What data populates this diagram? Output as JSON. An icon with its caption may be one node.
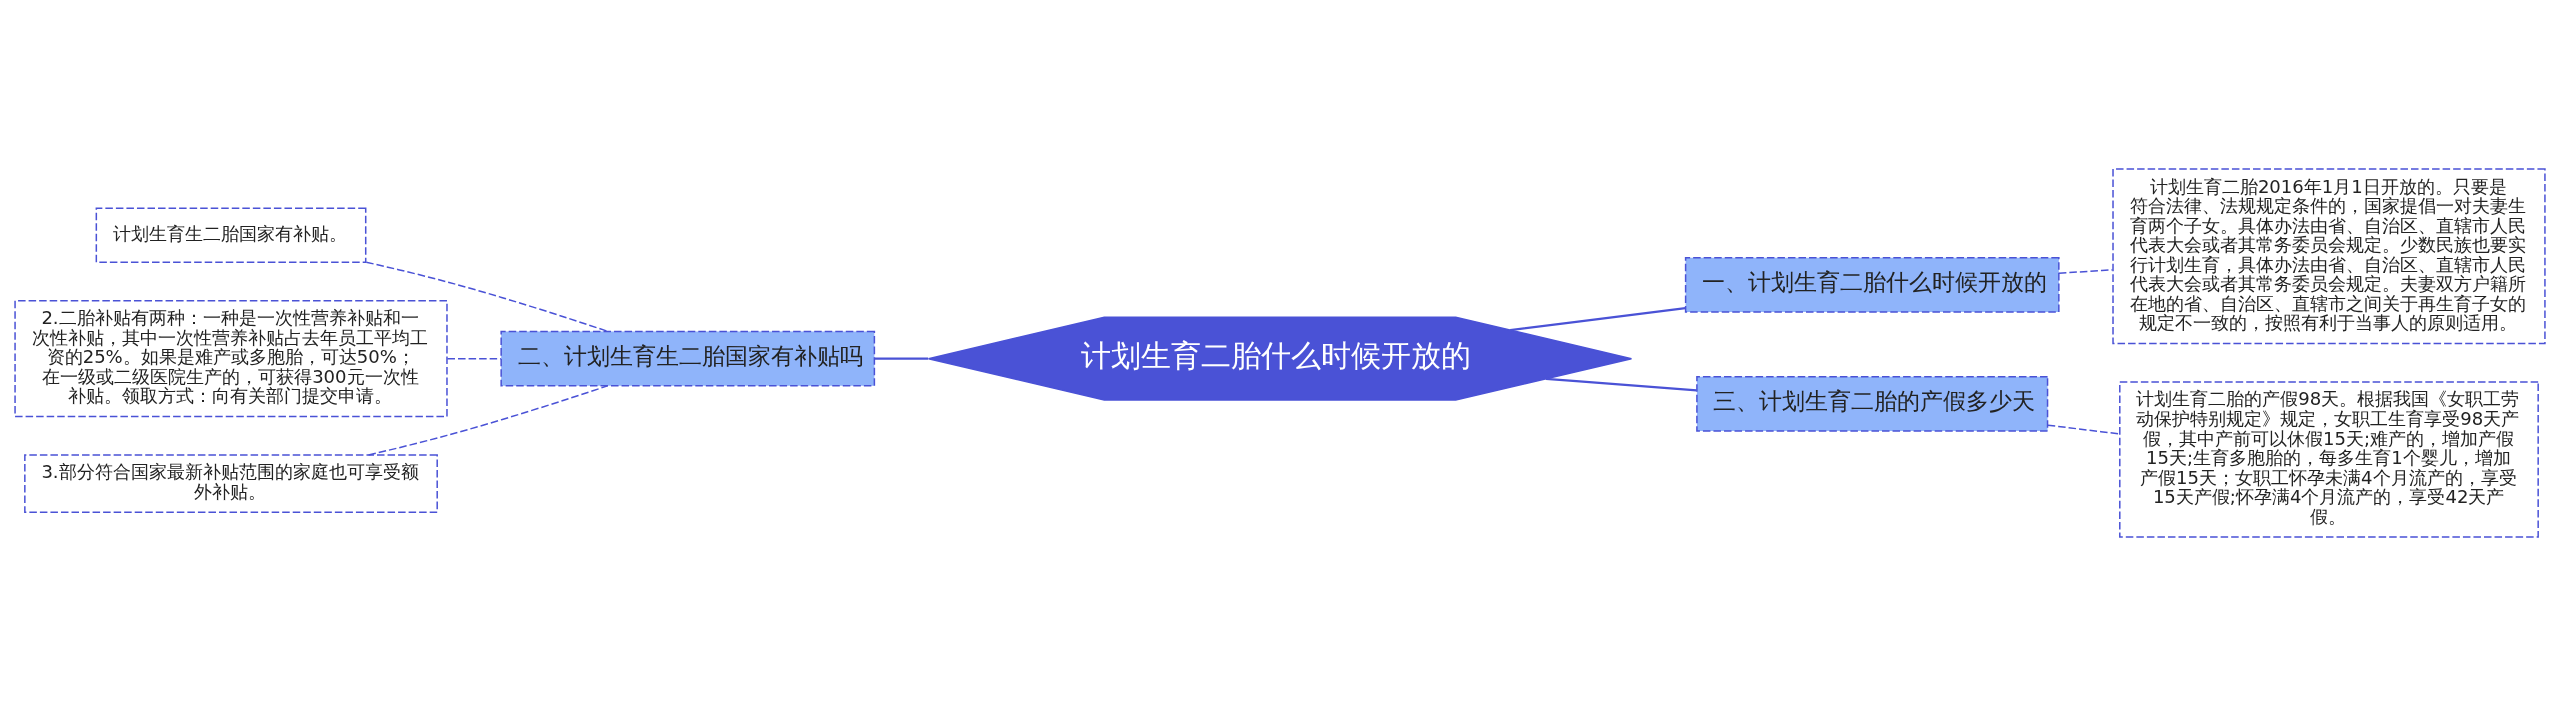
{
  "diagram": {
    "nodes": [
      {
        "text": [
          "计划生育二胎什么时候开放的"
        ]
      },
      {
        "text": [
          "一、计划生育二胎什么时候开放的"
        ]
      },
      {
        "text": [
          "计划生育二胎2016年1月1日开放的。只要是符合法律、法规规定条件的，国家提倡一对夫妻生育两个子女。具体办法由省、自治区、直辖市人民代表大会或者其常务委员会规定。少数民族也要实行计划生育，具体办法由省、自治区、直辖市人民代表大会或者其常务委员会规定。夫妻双方户籍所在地的省、自治区、直辖市之间关于再生育子女的规定不一致的，按照有利于当事人的原则适用。"
        ]
      },
      {
        "text": [
          "三、计划生育二胎的产假多少天"
        ]
      },
      {
        "text": [
          "计划生育二胎的产假98天。根据我国《女职工劳动保护特别规定》规定，女职工生育享受98天产假，其中产前可以休假15天;难产的，增加产假15天;生育多胞胎的，每多生育1个婴儿，增加产假15天；女职工怀孕未满4个月流产的，享受15天产假;怀孕满4个月流产的，享受42天产假。"
        ]
      },
      {
        "text": [
          "二、计划生育生二胎国家有补贴吗"
        ]
      },
      {
        "text": [
          "计划生育生二胎国家有补贴。"
        ]
      },
      {
        "text": [
          "2.二胎补贴有两种：一种是一次性营养补贴和一次性补贴，其中一次性营养补贴占去年员工平均工资的25%。如果是难产或多胞胎，可达50%；在一级或二级医院生产的，可获得300元一次性补贴。领取方式：向有关部门提交申请。"
        ]
      },
      {
        "text": [
          "3.部分符合国家最新补贴范围的家庭也可享受额外补贴。"
        ]
      }
    ],
    "edges": [
      {
        "from": 0,
        "to": 1,
        "arrow": "none"
      },
      {
        "from": 1,
        "to": 2,
        "arrow": "none",
        "style": "dashed"
      },
      {
        "from": 0,
        "to": 3,
        "arrow": "none"
      },
      {
        "from": 3,
        "to": 4,
        "arrow": "none",
        "style": "dashed"
      },
      {
        "from": 0,
        "to": 5,
        "arrow": "none"
      },
      {
        "from": 5,
        "to": 6,
        "arrow": "none",
        "style": "dashed"
      },
      {
        "from": 5,
        "to": 7,
        "arrow": "none",
        "style": "dashed"
      },
      {
        "from": 5,
        "to": 8,
        "arrow": "none",
        "style": "dashed"
      }
    ]
  }
}
